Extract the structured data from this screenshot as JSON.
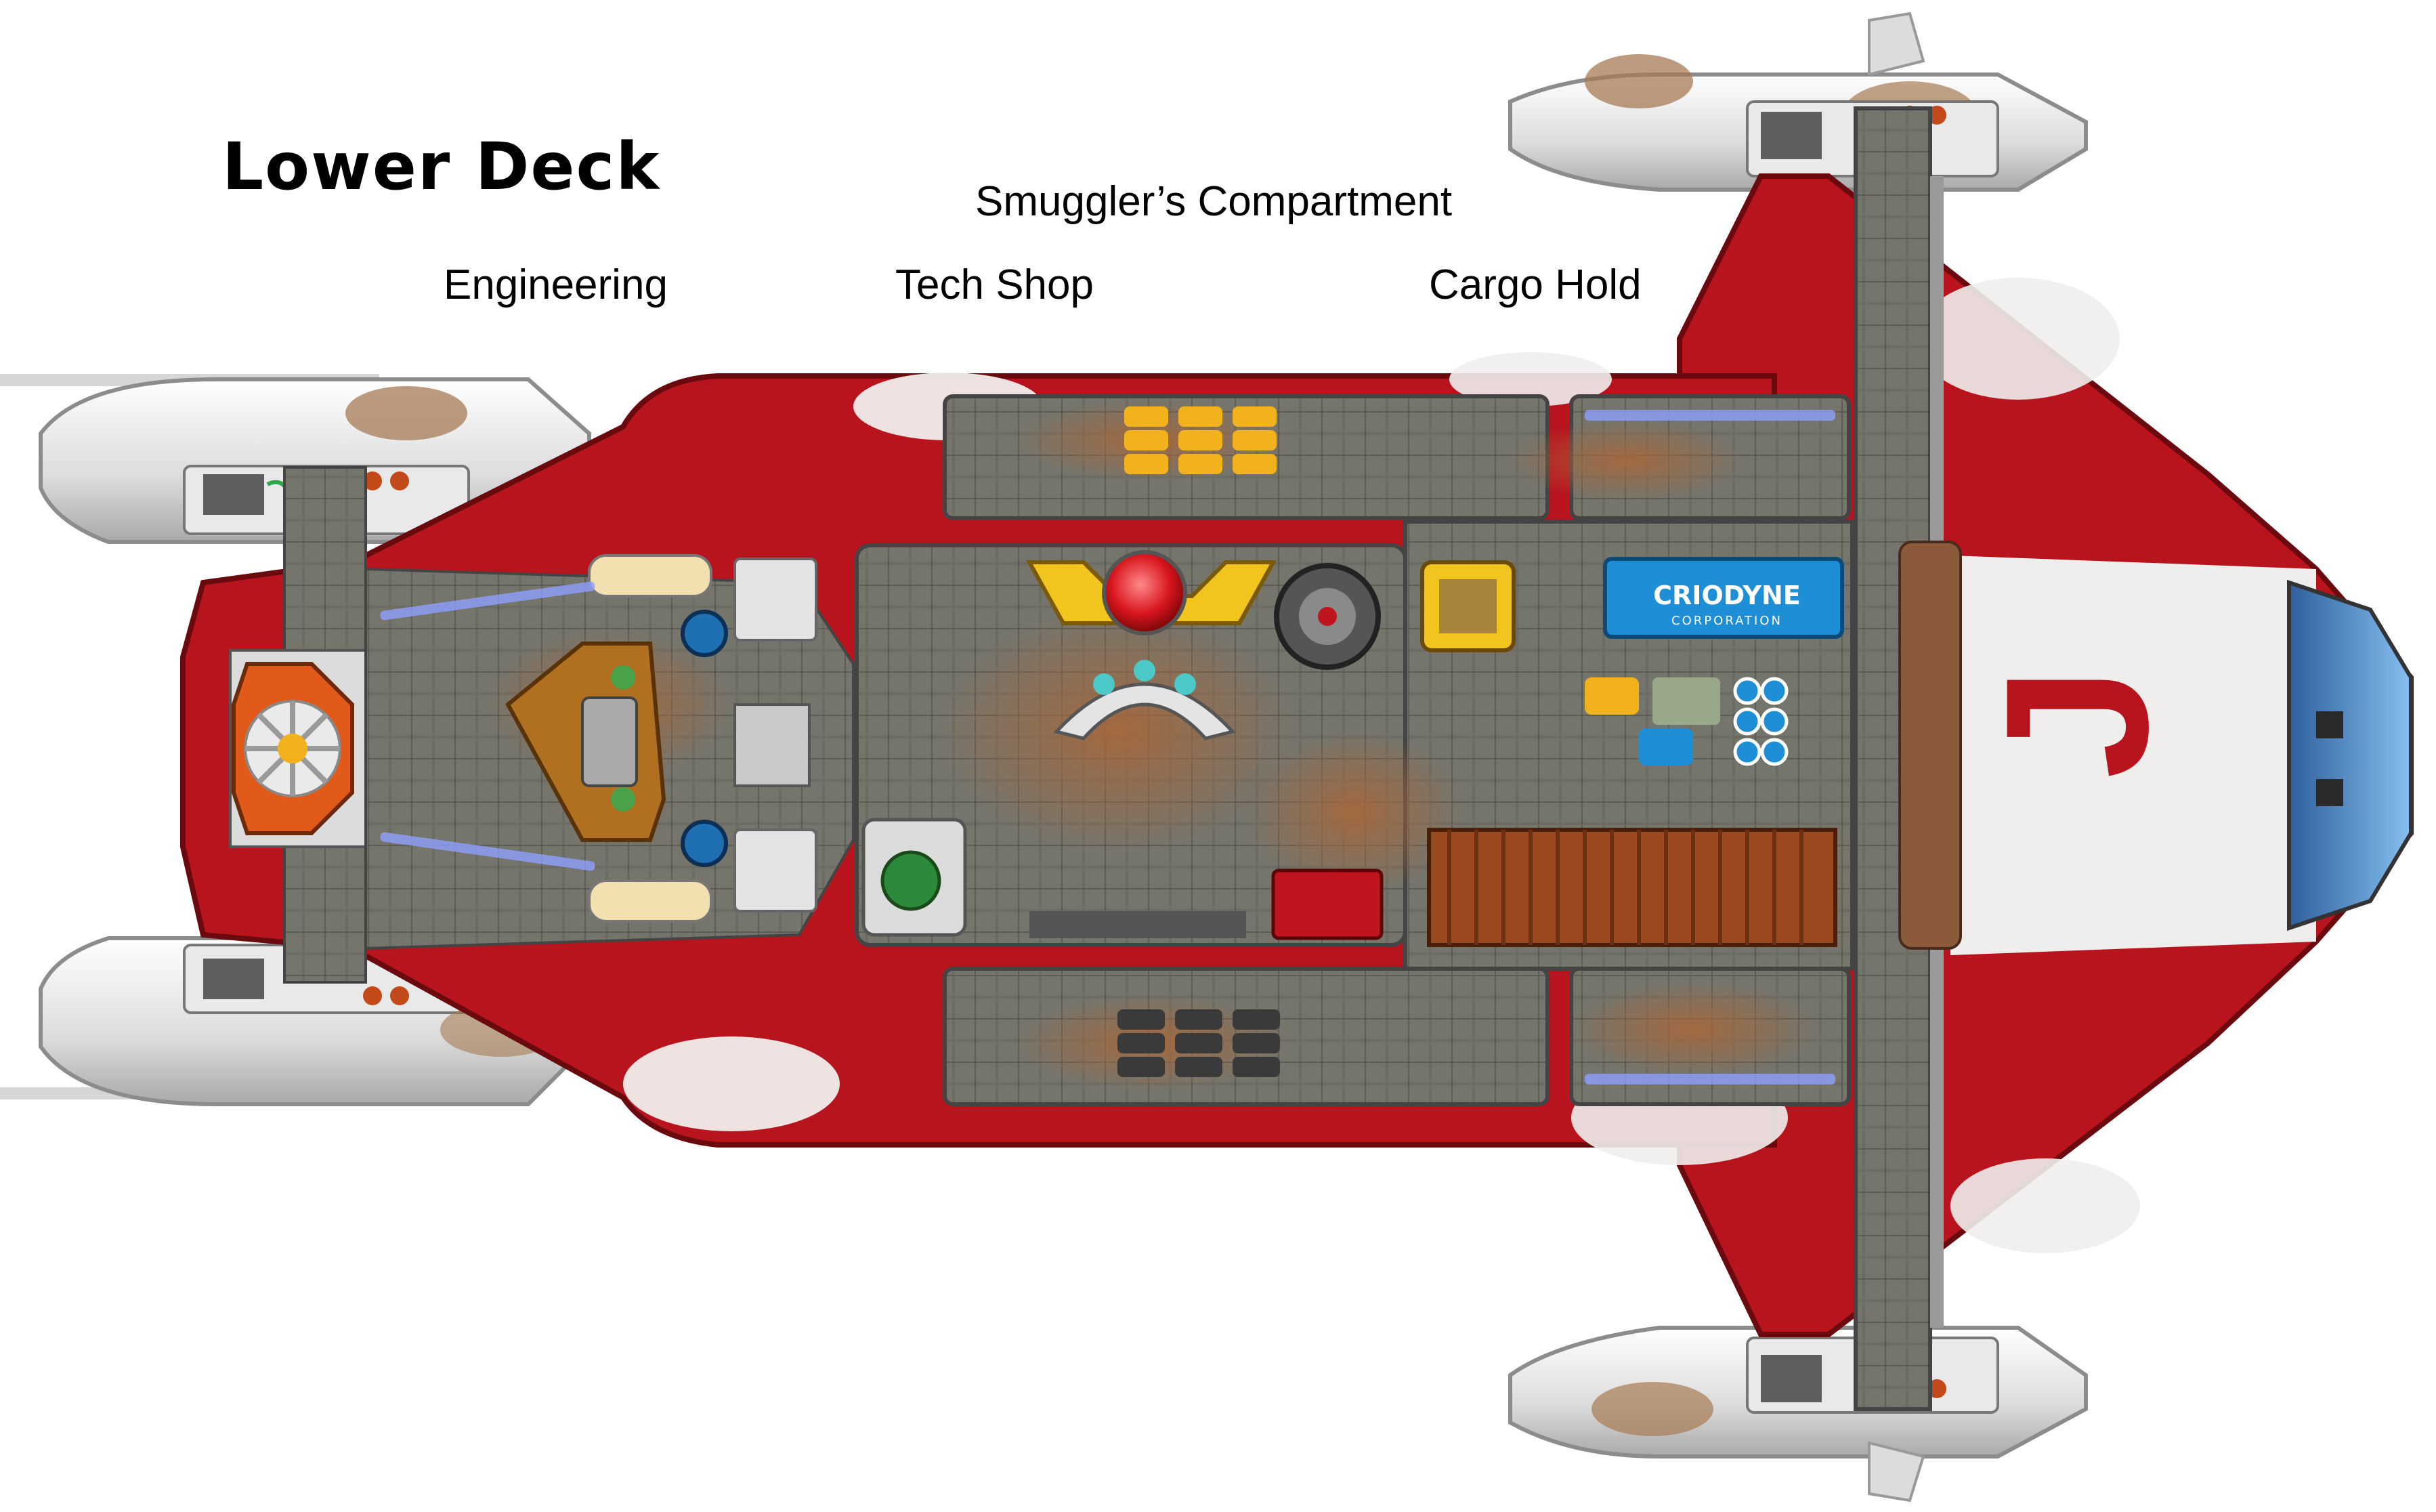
{
  "title": "Lower Deck",
  "rooms": {
    "engineering": "Engineering",
    "smugglers_compartment": "Smuggler’s Compartment",
    "tech_shop": "Tech Shop",
    "cargo_hold": "Cargo Hold"
  },
  "markings": {
    "crate_brand": "CRIODYNE",
    "crate_sub": "CORPORATION",
    "hull_glyph": "J"
  },
  "icons": [
    "reactor-icon",
    "droid-icon",
    "crate-icon",
    "engine-icon"
  ],
  "colors": {
    "hull_red": "#b8141e",
    "hull_white": "#f0eeec",
    "rust": "#9a6438",
    "floor": "#6b6a62",
    "crate_blue": "#1e8fd6",
    "canister_yellow": "#f2b21e",
    "cockpit_blue": "#4a8ed0"
  }
}
